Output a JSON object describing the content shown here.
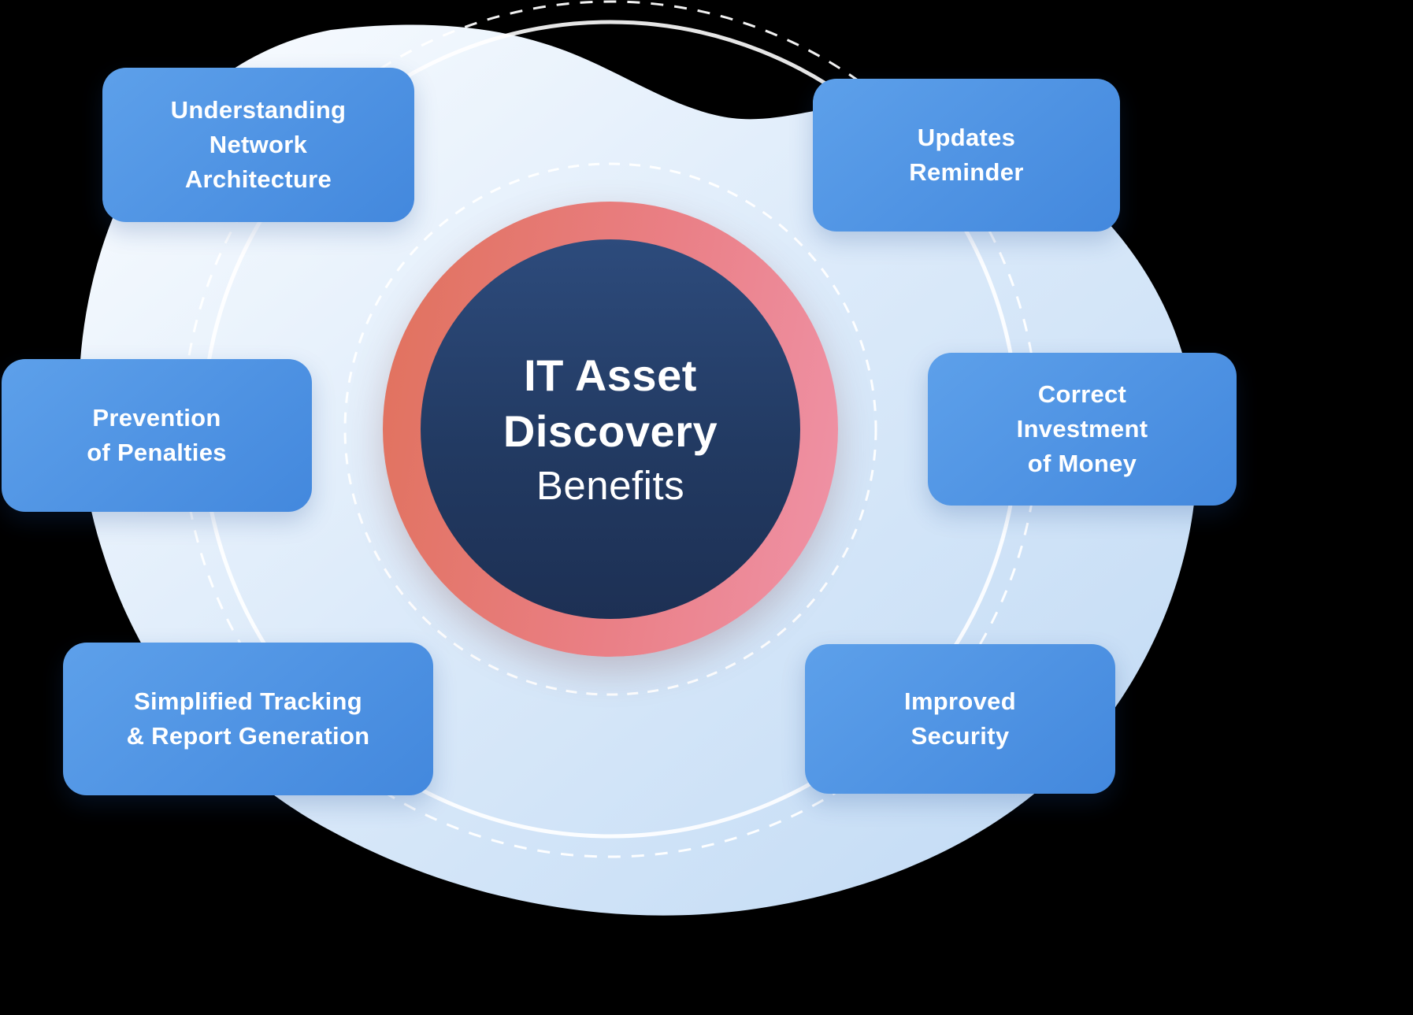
{
  "title": "IT Asset Discovery Benefits",
  "center": {
    "line1": "IT Asset",
    "line2": "Discovery",
    "line3": "Benefits"
  },
  "benefits": [
    {
      "position": "top-left",
      "label": "Understanding\nNetwork\nArchitecture"
    },
    {
      "position": "top-right",
      "label": "Updates\nReminder"
    },
    {
      "position": "middle-left",
      "label": "Prevention\nof Penalties"
    },
    {
      "position": "middle-right",
      "label": "Correct\nInvestment\nof Money"
    },
    {
      "position": "bottom-left",
      "label": "Simplified Tracking\n& Report Generation"
    },
    {
      "position": "bottom-right",
      "label": "Improved\nSecurity"
    }
  ],
  "colors": {
    "background": "#000000",
    "blob_light": "#fafcff",
    "blob_deep": "#bfd9f4",
    "card_blue": "#4b92e4",
    "ring_coral_start": "#e0715b",
    "ring_coral_end": "#ef93a8",
    "core_navy": "#203457",
    "circle_white": "#ffffff"
  }
}
